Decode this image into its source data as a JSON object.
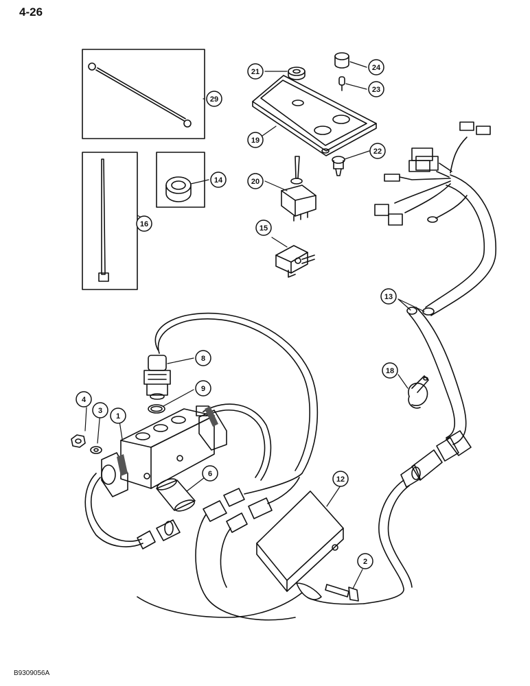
{
  "page_number": "4-26",
  "drawing_code": "B9309056A",
  "callouts": [
    {
      "id": "c29",
      "label": "29"
    },
    {
      "id": "c21",
      "label": "21"
    },
    {
      "id": "c24",
      "label": "24"
    },
    {
      "id": "c23",
      "label": "23"
    },
    {
      "id": "c19",
      "label": "19"
    },
    {
      "id": "c22",
      "label": "22"
    },
    {
      "id": "c14",
      "label": "14"
    },
    {
      "id": "c20",
      "label": "20"
    },
    {
      "id": "c16",
      "label": "16"
    },
    {
      "id": "c15",
      "label": "15"
    },
    {
      "id": "c13",
      "label": "13"
    },
    {
      "id": "c8",
      "label": "8"
    },
    {
      "id": "c9",
      "label": "9"
    },
    {
      "id": "c18",
      "label": "18"
    },
    {
      "id": "c4",
      "label": "4"
    },
    {
      "id": "c3",
      "label": "3"
    },
    {
      "id": "c1",
      "label": "1"
    },
    {
      "id": "c6",
      "label": "6"
    },
    {
      "id": "c12",
      "label": "12"
    },
    {
      "id": "c2",
      "label": "2"
    }
  ],
  "colors": {
    "line": "#111111",
    "background": "#ffffff",
    "shade": "#555555"
  }
}
